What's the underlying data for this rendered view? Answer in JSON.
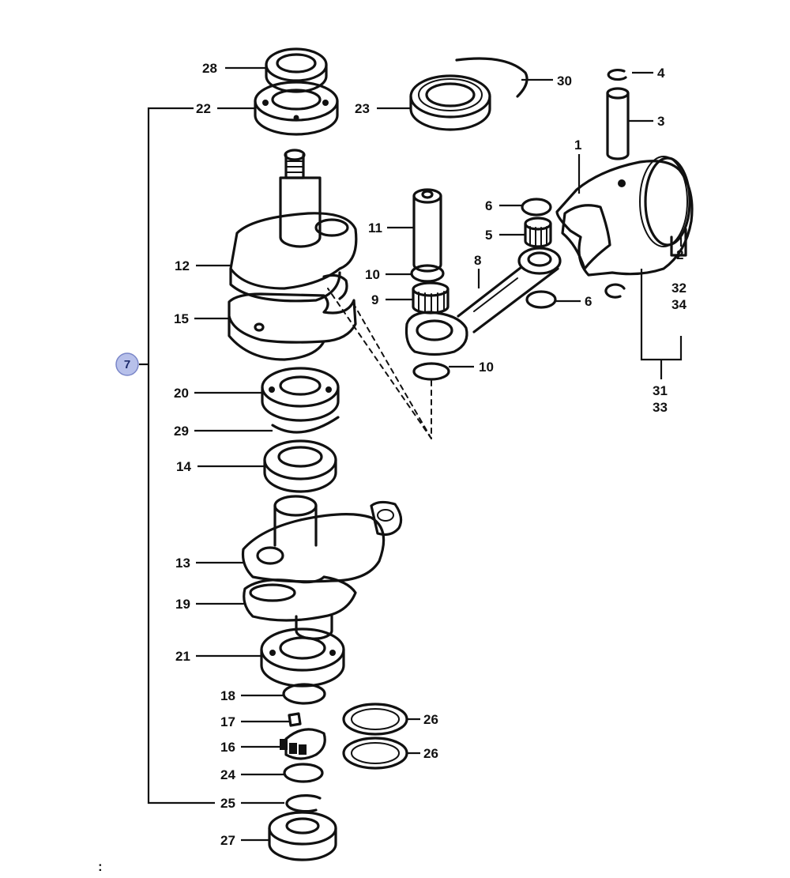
{
  "callouts": {
    "c1": "1",
    "c2": "2",
    "c3": "3",
    "c4": "4",
    "c5": "5",
    "c6a": "6",
    "c6b": "6",
    "c7": "7",
    "c8": "8",
    "c9": "9",
    "c10a": "10",
    "c10b": "10",
    "c11": "11",
    "c12": "12",
    "c13": "13",
    "c14": "14",
    "c15": "15",
    "c16": "16",
    "c17": "17",
    "c18": "18",
    "c19": "19",
    "c20": "20",
    "c21": "21",
    "c22": "22",
    "c23": "23",
    "c24": "24",
    "c25": "25",
    "c26a": "26",
    "c26b": "26",
    "c27": "27",
    "c28": "28",
    "c29": "29",
    "c30": "30",
    "c31": "31",
    "c32": "32",
    "c33": "33",
    "c34": "34"
  },
  "footer_mark": ":",
  "colors": {
    "badge_fill": "#b7c0ea",
    "badge_stroke": "#7a86c8",
    "ink": "#111111"
  }
}
